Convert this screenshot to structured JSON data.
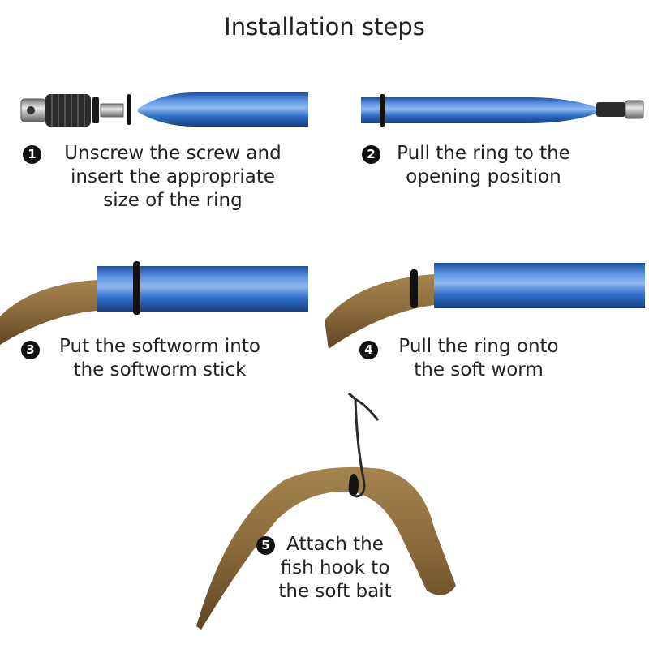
{
  "title": "Installation steps",
  "colors": {
    "tube": "#2f6fc9",
    "ring": "#111111",
    "worm": "#8a6a3a",
    "text": "#222222"
  },
  "steps": [
    {
      "number": "1",
      "lines": [
        "Unscrew the screw and",
        "insert the appropriate",
        "size of the ring"
      ]
    },
    {
      "number": "2",
      "lines": [
        "Pull the ring to the",
        "opening position"
      ]
    },
    {
      "number": "3",
      "lines": [
        "Put the softworm into",
        "the softworm stick"
      ]
    },
    {
      "number": "4",
      "lines": [
        "Pull the ring onto",
        "the soft worm"
      ]
    },
    {
      "number": "5",
      "lines": [
        "Attach the",
        "fish hook to",
        "the soft bait"
      ]
    }
  ]
}
